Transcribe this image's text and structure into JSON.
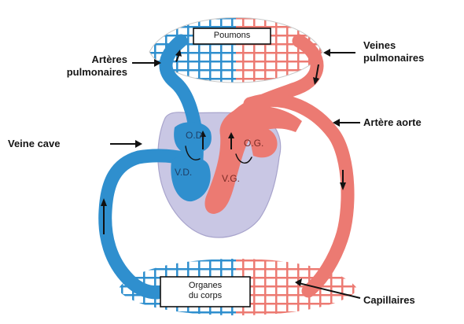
{
  "labels": {
    "pulmonary_arteries": "Artères\npulmonaires",
    "pulmonary_veins": "Veines\npulmonaires",
    "vena_cava": "Veine cave",
    "aorta": "Artère aorte",
    "capillaries": "Capillaires"
  },
  "boxes": {
    "lungs": "Poumons",
    "body_organs": "Organes\ndu corps"
  },
  "chambers": {
    "right_atrium": "O.D.",
    "right_ventricle": "V.D.",
    "left_atrium": "O.G.",
    "left_ventricle": "V.G."
  },
  "colors": {
    "deoxygenated": "#2f8fce",
    "oxygenated": "#ec7a72",
    "heart_outline": "#c9c7e4",
    "text": "#151515"
  }
}
